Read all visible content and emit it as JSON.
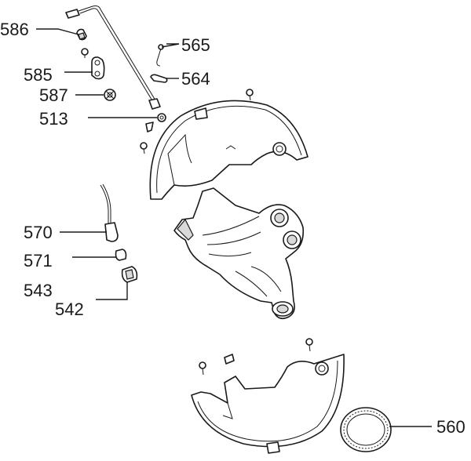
{
  "callouts": [
    {
      "id": "586",
      "text": "586"
    },
    {
      "id": "565",
      "text": "565"
    },
    {
      "id": "585",
      "text": "585"
    },
    {
      "id": "564",
      "text": "564"
    },
    {
      "id": "587",
      "text": "587"
    },
    {
      "id": "513",
      "text": "513"
    },
    {
      "id": "570",
      "text": "570"
    },
    {
      "id": "571",
      "text": "571"
    },
    {
      "id": "543",
      "text": "543"
    },
    {
      "id": "542",
      "text": "542"
    },
    {
      "id": "560",
      "text": "560"
    }
  ]
}
